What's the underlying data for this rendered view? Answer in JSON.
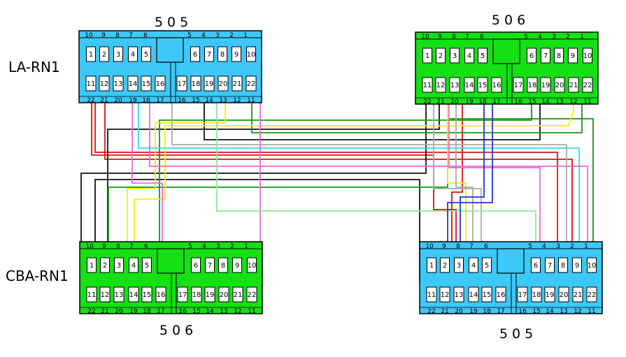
{
  "connectors": [
    {
      "id": "tl",
      "code": "5 0 5",
      "side_label": "LA-RN1",
      "color": "#3cc8f8",
      "top_numbers": [
        "10",
        "9",
        "8",
        "7",
        "6",
        "5",
        "4",
        "3",
        "2",
        "1"
      ],
      "bottom_numbers": [
        "22",
        "21",
        "20",
        "19",
        "18",
        "17",
        "16",
        "15",
        "14",
        "13",
        "12",
        "11"
      ],
      "pins_row1": [
        "1",
        "2",
        "3",
        "4",
        "5",
        "6",
        "7",
        "8",
        "9",
        "10"
      ],
      "pins_row2": [
        "11",
        "12",
        "13",
        "14",
        "15",
        "16",
        "17",
        "18",
        "19",
        "20",
        "21",
        "22"
      ]
    },
    {
      "id": "tr",
      "code": "5 0 6",
      "side_label": "",
      "color": "#14e014",
      "top_numbers": [
        "10",
        "9",
        "8",
        "7",
        "6",
        "5",
        "4",
        "3",
        "2",
        "1"
      ],
      "bottom_numbers": [
        "22",
        "21",
        "20",
        "19",
        "18",
        "17",
        "16",
        "15",
        "14",
        "13",
        "12",
        "11"
      ],
      "pins_row1": [
        "1",
        "2",
        "3",
        "4",
        "5",
        "6",
        "7",
        "8",
        "9",
        "10"
      ],
      "pins_row2": [
        "11",
        "12",
        "13",
        "14",
        "15",
        "16",
        "17",
        "18",
        "19",
        "20",
        "21",
        "22"
      ]
    },
    {
      "id": "bl",
      "code": "5 0 6",
      "side_label": "CBA-RN1",
      "color": "#14e014",
      "top_numbers": [
        "10",
        "9",
        "8",
        "7",
        "6",
        "5",
        "4",
        "3",
        "2",
        "1"
      ],
      "bottom_numbers": [
        "22",
        "21",
        "20",
        "19",
        "18",
        "17",
        "16",
        "15",
        "14",
        "13",
        "12",
        "11"
      ],
      "pins_row1": [
        "1",
        "2",
        "3",
        "4",
        "5",
        "6",
        "7",
        "8",
        "9",
        "10"
      ],
      "pins_row2": [
        "11",
        "12",
        "13",
        "14",
        "15",
        "16",
        "17",
        "18",
        "19",
        "20",
        "21",
        "22"
      ]
    },
    {
      "id": "br",
      "code": "5 0 5",
      "side_label": "",
      "color": "#3cc8f8",
      "top_numbers": [
        "10",
        "9",
        "8",
        "7",
        "6",
        "5",
        "4",
        "3",
        "2",
        "1"
      ],
      "bottom_numbers": [
        "22",
        "21",
        "20",
        "19",
        "18",
        "17",
        "16",
        "15",
        "14",
        "13",
        "12",
        "11"
      ],
      "pins_row1": [
        "1",
        "2",
        "3",
        "4",
        "5",
        "6",
        "7",
        "8",
        "9",
        "10"
      ],
      "pins_row2": [
        "11",
        "12",
        "13",
        "14",
        "15",
        "16",
        "17",
        "18",
        "19",
        "20",
        "21",
        "22"
      ]
    }
  ],
  "wire_colors": {
    "red": "#dd1111",
    "black": "#111111",
    "green": "#119911",
    "yellow": "#f2f200",
    "cyan": "#33ddee",
    "gray": "#aaaaaa",
    "pink": "#ee66dd",
    "lightgreen": "#88ee88",
    "blue": "#2233dd"
  }
}
